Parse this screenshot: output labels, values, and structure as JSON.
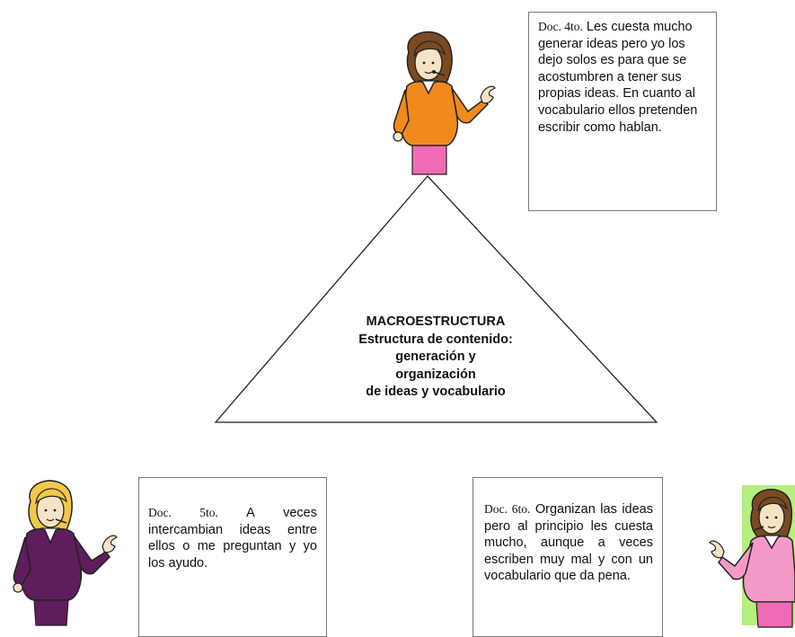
{
  "triangle": {
    "lines": [
      "MACROESTRUCTURA",
      "Estructura de contenido:",
      "generación y",
      "organización",
      "de ideas y vocabulario"
    ]
  },
  "quotes": [
    {
      "lead": "Doc. 4to.",
      "text": "Les cuesta mucho generar ideas pero yo los dejo solos es para que se acostumbren a tener sus propias ideas. En cuanto al vocabulario ellos pretenden escribir como hablan."
    },
    {
      "lead": "Doc.   5to.",
      "text": "A veces intercambian ideas entre ellos o me preguntan y yo los ayudo."
    },
    {
      "lead": "Doc. 6to.",
      "text": "Organizan las ideas pero al principio les cuesta mucho, aunque a veces escriben muy mal y con un vocabulario que da pena."
    }
  ],
  "colors": {
    "teacher_top_jacket": "#f08a1c",
    "teacher_left_jacket": "#5e1d5c",
    "teacher_right_jacket": "#f49ac8",
    "right_background": "#b5f07d",
    "skirt_pink": "#f06bb5"
  }
}
